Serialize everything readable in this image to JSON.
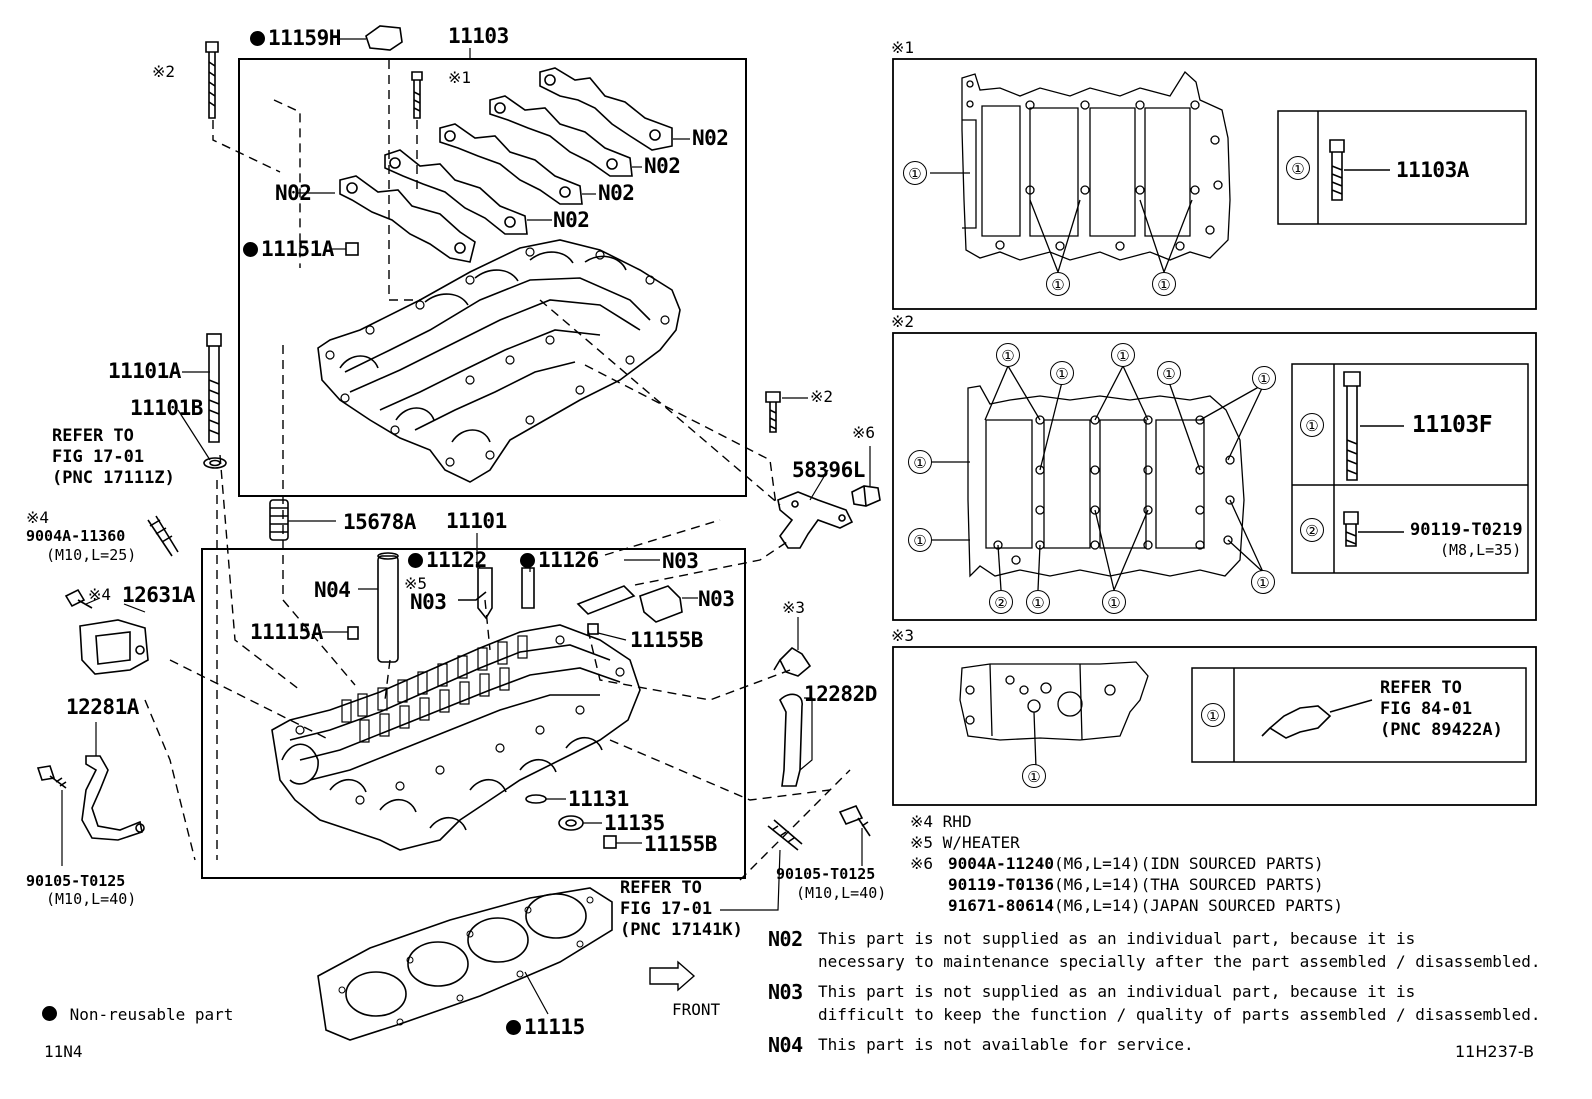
{
  "labels": {
    "p11159H": "11159H",
    "p11103": "11103",
    "k2a": "※2",
    "k1a": "※1",
    "n02a": "N02",
    "n02b": "N02",
    "n02c": "N02",
    "n02d": "N02",
    "n02e": "N02",
    "p11151A": "11151A",
    "p11101A": "11101A",
    "p11101B": "11101B",
    "refer1_l1": "REFER TO",
    "refer1_l2": "FIG 17-01",
    "refer1_l3": "(PNC 17111Z)",
    "k4a": "※4",
    "p9004A": "9004A-11360",
    "p9004A_spec": "(M10,L=25)",
    "k4b": "※4",
    "p12631A": "12631A",
    "p15678A": "15678A",
    "p11101": "11101",
    "p11122": "11122",
    "p11126": "11126",
    "n03a": "N03",
    "n03b": "N03",
    "n03c": "N03",
    "n04": "N04",
    "k5": "※5",
    "p11115A": "11115A",
    "p11155Ba": "11155B",
    "p12281A": "12281A",
    "p11131": "11131",
    "p11135": "11135",
    "p11155Bb": "11155B",
    "p90105a": "90105-T0125",
    "p90105a_spec": "(M10,L=40)",
    "k2b": "※2",
    "k6": "※6",
    "p58396L": "58396L",
    "k3": "※3",
    "p12282D": "12282D",
    "p90105b": "90105-T0125",
    "p90105b_spec": "(M10,L=40)",
    "refer2_l1": "REFER TO",
    "refer2_l2": "FIG 17-01",
    "refer2_l3": "(PNC 17141K)",
    "p11115": "11115",
    "front": "FRONT",
    "nonreusable": "Non-reusable part",
    "code_left": "11N4",
    "code_right": "11H237-B"
  },
  "panels": {
    "p1": {
      "tag": "※1",
      "c1": "①",
      "part": "11103A"
    },
    "p2": {
      "tag": "※2",
      "c1": "①",
      "c2": "②",
      "part1": "11103F",
      "part2": "90119-T0219",
      "part2_spec": "(M8,L=35)"
    },
    "p3": {
      "tag": "※3",
      "c1": "①",
      "ref_l1": "REFER TO",
      "ref_l2": "FIG 84-01",
      "ref_l3": "(PNC 89422A)"
    }
  },
  "footnotes": {
    "k4": "※4 RHD",
    "k5": "※5 W/HEATER",
    "k6_tag": "※6",
    "k6_l1": "9004A-11240",
    "k6_l1b": "(M6,L=14)(IDN SOURCED PARTS)",
    "k6_l2": "90119-T0136",
    "k6_l2b": "(M6,L=14)(THA SOURCED PARTS)",
    "k6_l3": "91671-80614",
    "k6_l3b": "(M6,L=14)(JAPAN SOURCED PARTS)"
  },
  "notes": [
    {
      "code": "N02",
      "line1": "This part is not supplied as an individual part, because it is",
      "line2": "necessary to maintenance specially after the part assembled / disassembled."
    },
    {
      "code": "N03",
      "line1": "This part is not supplied as an individual part, because it is",
      "line2": "difficult to keep the function / quality of parts assembled / disassembled."
    },
    {
      "code": "N04",
      "line1": "This part is not available for service.",
      "line2": ""
    }
  ]
}
